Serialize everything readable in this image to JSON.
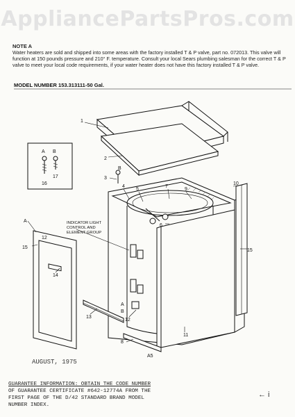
{
  "watermark": "AppliancePartsPros.com",
  "note": {
    "heading": "NOTE A",
    "body": "Water heaters are sold and shipped into some areas with the factory installed T & P valve, part no. 072013. This valve will function at 150 pounds pressure and 210° F. temperature. Consult your local Sears plumbing salesman for the correct T & P valve to meet your local code requirements, if your water heater does not have this factory installed T & P valve."
  },
  "model": "MODEL NUMBER 153.313111-50 Gal.",
  "callouts": {
    "p1": "1",
    "p2": "2",
    "p3": "3",
    "p4": "4",
    "p5": "5",
    "p6": "6",
    "p7": "7",
    "p8": "8",
    "p9": "9",
    "p10": "10",
    "p11": "11",
    "p12": "12",
    "p13": "13",
    "p14": "14",
    "p15": "15",
    "p16": "16",
    "p17": "17",
    "pA": "A",
    "pB": "B",
    "pA5": "A5",
    "sideA": "A",
    "sideB": "B",
    "a_top": "A",
    "b_top": "B",
    "indicator": "INDICATOR LIGHT",
    "control": "CONTROL AND",
    "element": "ELEMENT GROUP"
  },
  "date": "AUGUST, 1975",
  "footer": {
    "line1": "GUARANTEE INFORMATION:  OBTAIN THE CODE NUMBER",
    "line2": "OF GUARANTEE CERTIFICATE #642-12774A FROM THE",
    "line3": "FIRST PAGE OF THE D/42 STANDARD BRAND MODEL",
    "line4": "NUMBER INDEX."
  },
  "margin_mark": "←  i"
}
